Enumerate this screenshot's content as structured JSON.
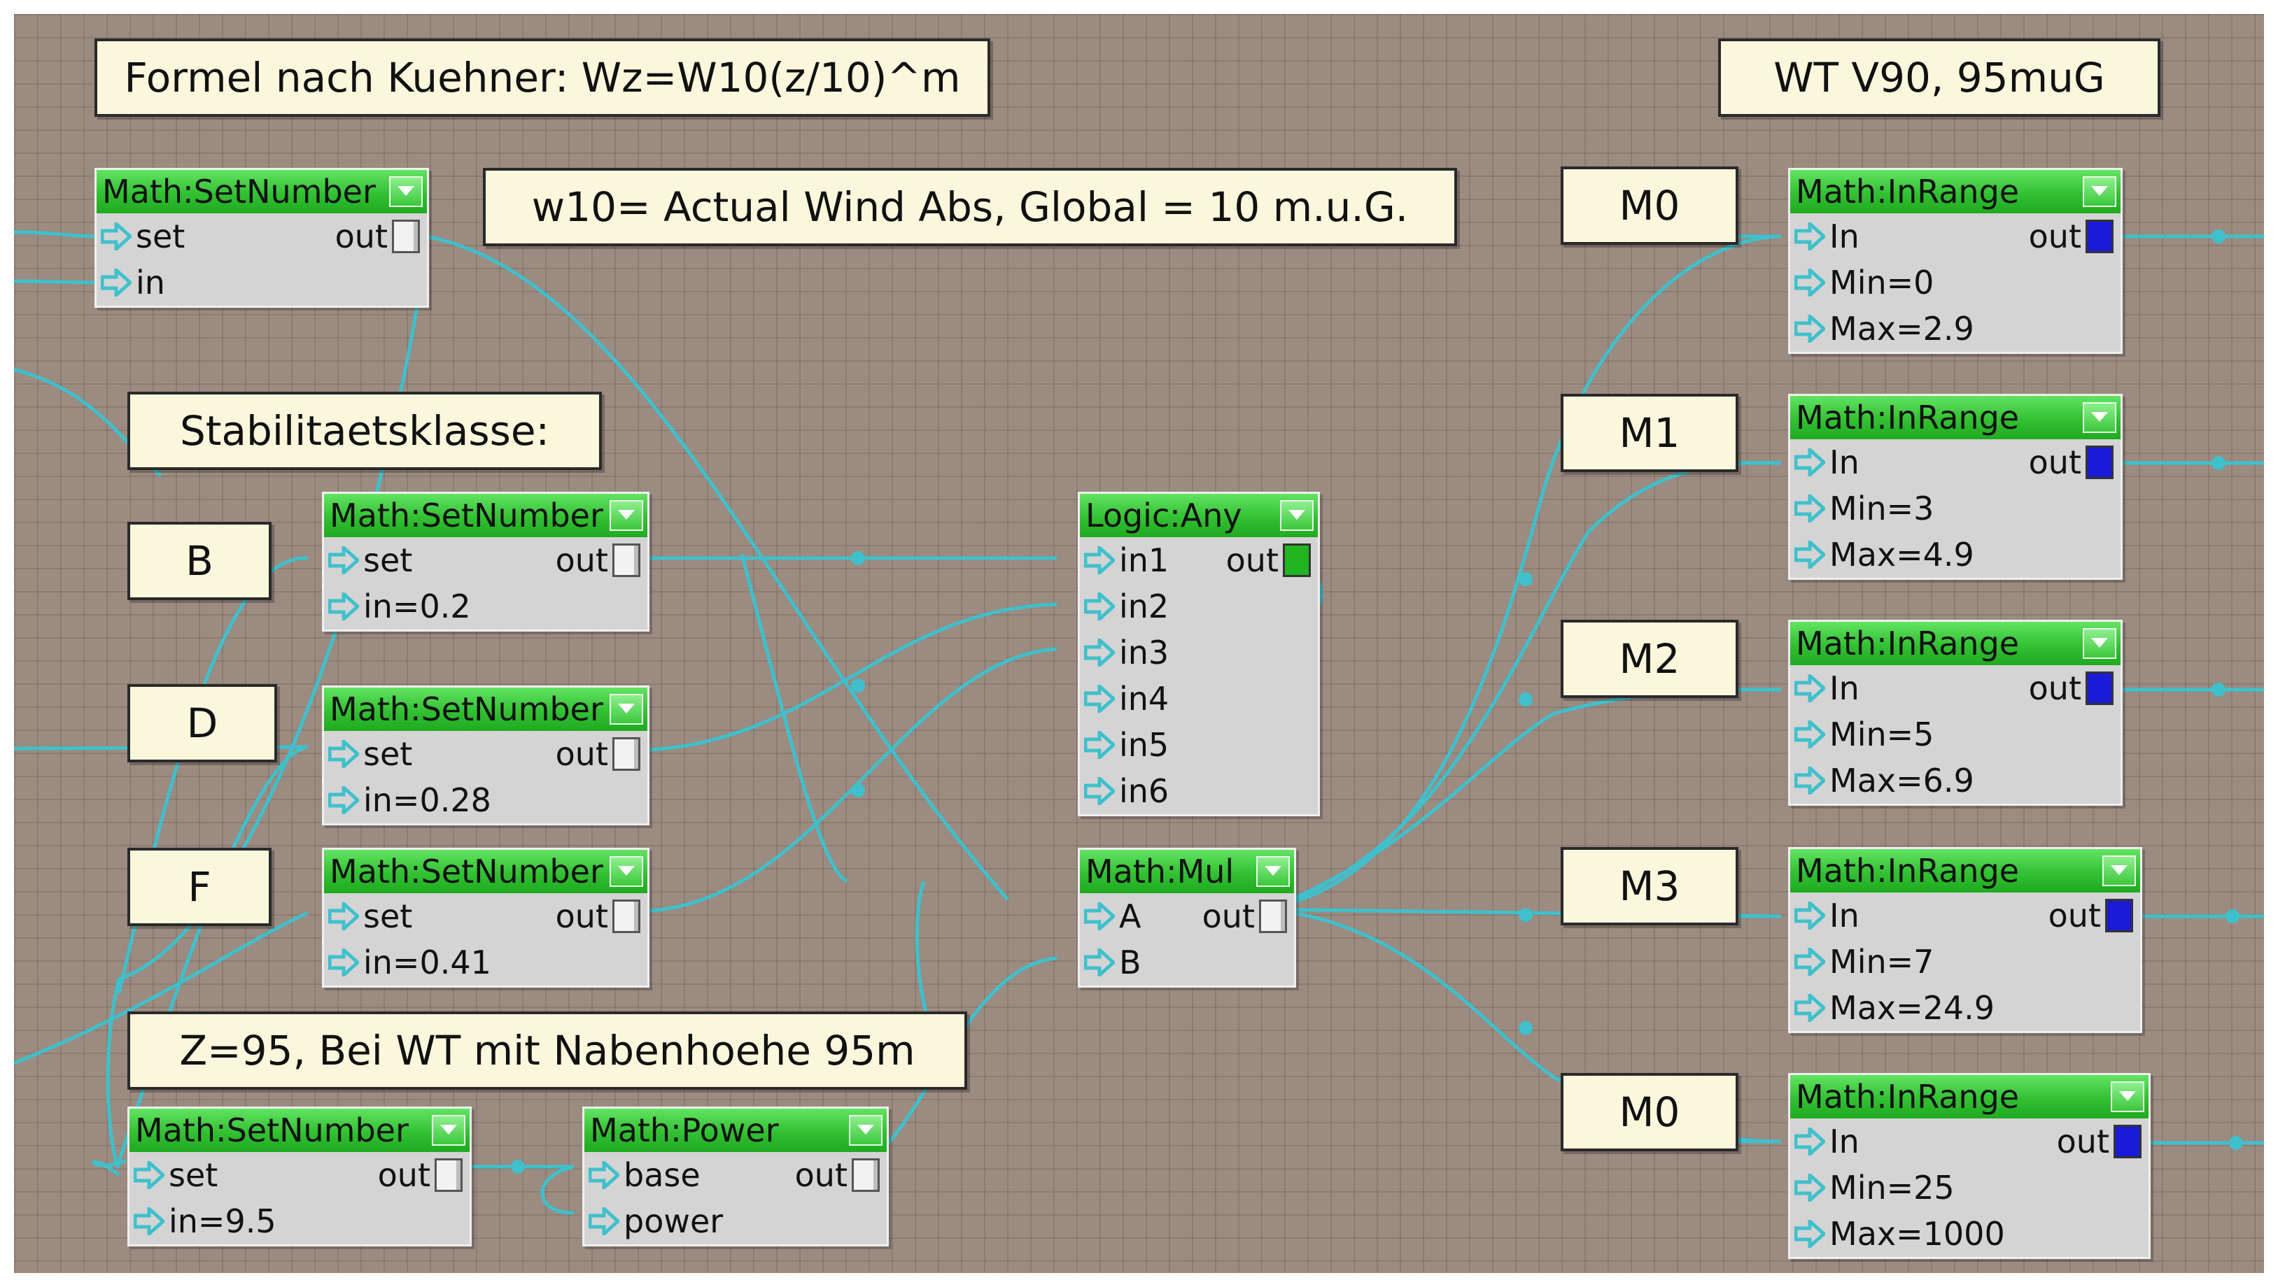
{
  "notes": {
    "formula": "Formel nach Kuehner: Wz=W10(z/10)^m",
    "turbine": "WT V90, 95muG",
    "w10": "w10= Actual Wind Abs, Global = 10 m.u.G.",
    "stability": "Stabilitaetsklasse:",
    "class_b": "B",
    "class_d": "D",
    "class_f": "F",
    "z": "Z=95, Bei WT mit Nabenhoehe 95m",
    "m0_a": "M0",
    "m1": "M1",
    "m2": "M2",
    "m3": "M3",
    "m0_b": "M0"
  },
  "nodes": {
    "setnum_top": {
      "title": "Math:SetNumber",
      "in1": "set",
      "in2": "in",
      "out": "out"
    },
    "setnum_b": {
      "title": "Math:SetNumber",
      "in1": "set",
      "in2": "in=0.2",
      "out": "out"
    },
    "setnum_d": {
      "title": "Math:SetNumber",
      "in1": "set",
      "in2": "in=0.28",
      "out": "out"
    },
    "setnum_f": {
      "title": "Math:SetNumber",
      "in1": "set",
      "in2": "in=0.41",
      "out": "out"
    },
    "setnum_z": {
      "title": "Math:SetNumber",
      "in1": "set",
      "in2": "in=9.5",
      "out": "out"
    },
    "power": {
      "title": "Math:Power",
      "in1": "base",
      "in2": "power",
      "out": "out"
    },
    "logic_any": {
      "title": "Logic:Any",
      "inputs": [
        "in1",
        "in2",
        "in3",
        "in4",
        "in5",
        "in6"
      ],
      "out": "out"
    },
    "mul": {
      "title": "Math:Mul",
      "in1": "A",
      "in2": "B",
      "out": "out"
    },
    "range0": {
      "title": "Math:InRange",
      "in": "In",
      "min": "Min=0",
      "max": "Max=2.9",
      "out": "out"
    },
    "range1": {
      "title": "Math:InRange",
      "in": "In",
      "min": "Min=3",
      "max": "Max=4.9",
      "out": "out"
    },
    "range2": {
      "title": "Math:InRange",
      "in": "In",
      "min": "Min=5",
      "max": "Max=6.9",
      "out": "out"
    },
    "range3": {
      "title": "Math:InRange",
      "in": "In",
      "min": "Min=7",
      "max": "Max=24.9",
      "out": "out"
    },
    "range4": {
      "title": "Math:InRange",
      "in": "In",
      "min": "Min=25",
      "max": "Max=1000",
      "out": "out"
    }
  },
  "colors": {
    "canvas": "#9b8b80",
    "wire": "#3fc0cc",
    "header_green": "#33c033",
    "note_fill": "#fbf7dd",
    "out_blue": "#1a1ad8",
    "out_green": "#21b521"
  },
  "icons": {
    "active_input": "green-arrow-icon",
    "passive_input": "hollow-arrow-icon",
    "dropdown": "dropdown-triangle-icon"
  }
}
